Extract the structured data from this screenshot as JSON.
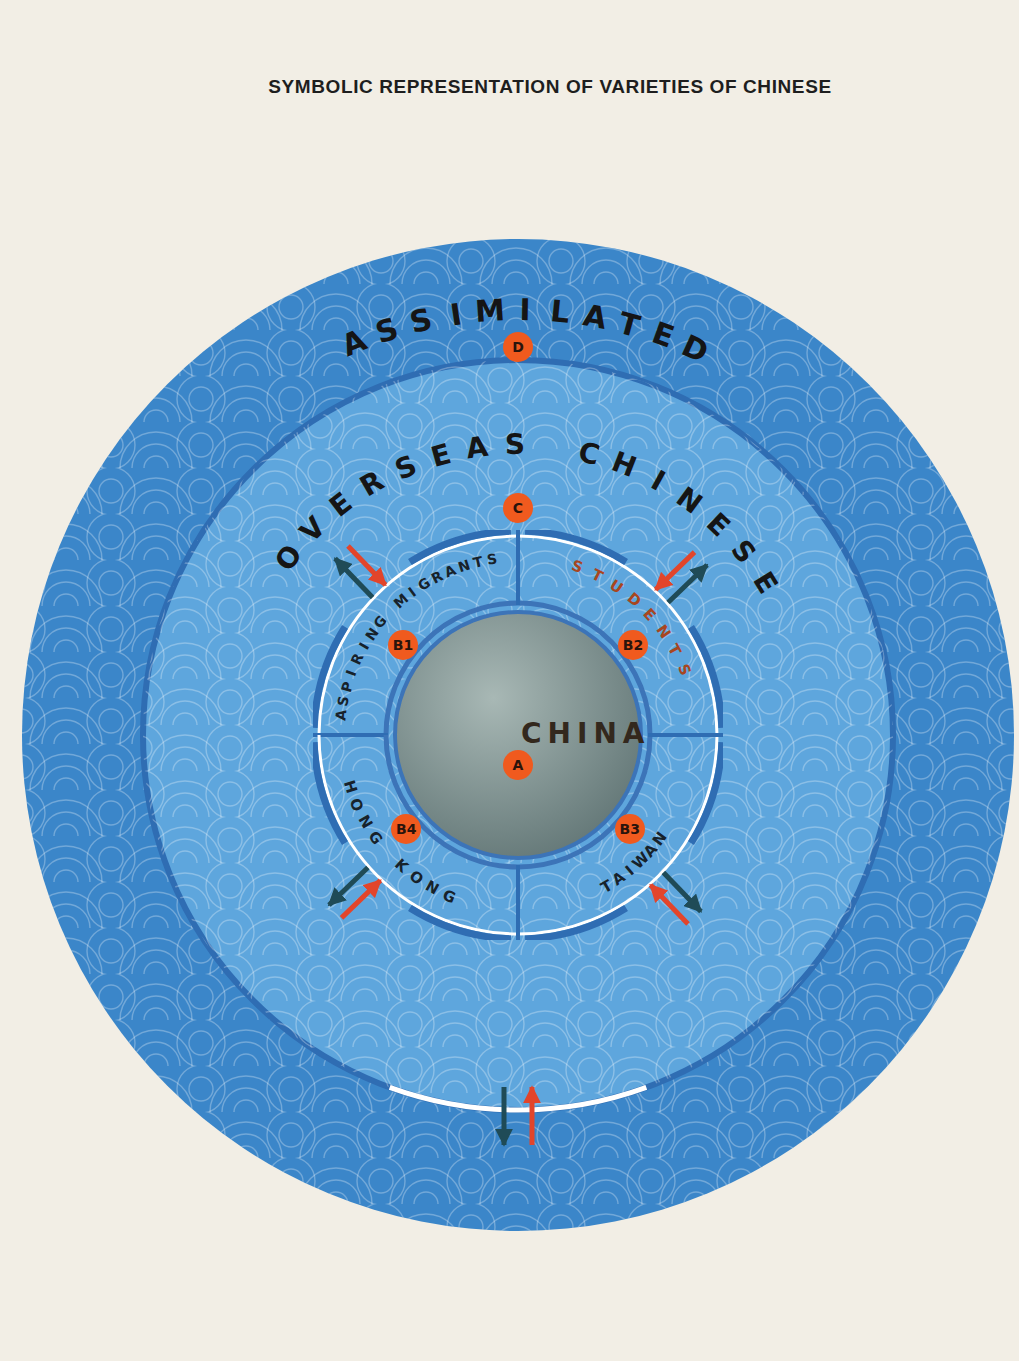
{
  "diagram": {
    "title": "SYMBOLIC REPRESENTATION OF VARIETIES OF CHINESE",
    "nodes": [
      {
        "text": [
          "ASSIMILATED",
          "D"
        ]
      },
      {
        "text": [
          "OVERSEAS CHINESE",
          "C"
        ],
        "in": 0
      },
      {
        "text": [
          "CHINA",
          "A"
        ],
        "in": 1
      },
      {
        "text": [
          "ASPIRING MIGRANTS",
          "B1"
        ],
        "in": 1
      },
      {
        "text": [
          "STUDENTS",
          "B2"
        ],
        "in": 1
      },
      {
        "text": [
          "TAIWAN",
          "B3"
        ],
        "in": 1
      },
      {
        "text": [
          "HONG KONG",
          "B4"
        ],
        "in": 1
      }
    ],
    "edges": [
      {
        "from": 3,
        "to": 1,
        "arrow": "to"
      },
      {
        "from": 1,
        "to": 3,
        "arrow": "to"
      },
      {
        "from": 4,
        "to": 1,
        "arrow": "to"
      },
      {
        "from": 1,
        "to": 4,
        "arrow": "to"
      },
      {
        "from": 5,
        "to": 1,
        "arrow": "to"
      },
      {
        "from": 1,
        "to": 5,
        "arrow": "to"
      },
      {
        "from": 6,
        "to": 1,
        "arrow": "to"
      },
      {
        "from": 1,
        "to": 6,
        "arrow": "to"
      },
      {
        "from": 1,
        "to": 0,
        "arrow": "to"
      },
      {
        "from": 0,
        "to": 1,
        "arrow": "to"
      }
    ]
  }
}
